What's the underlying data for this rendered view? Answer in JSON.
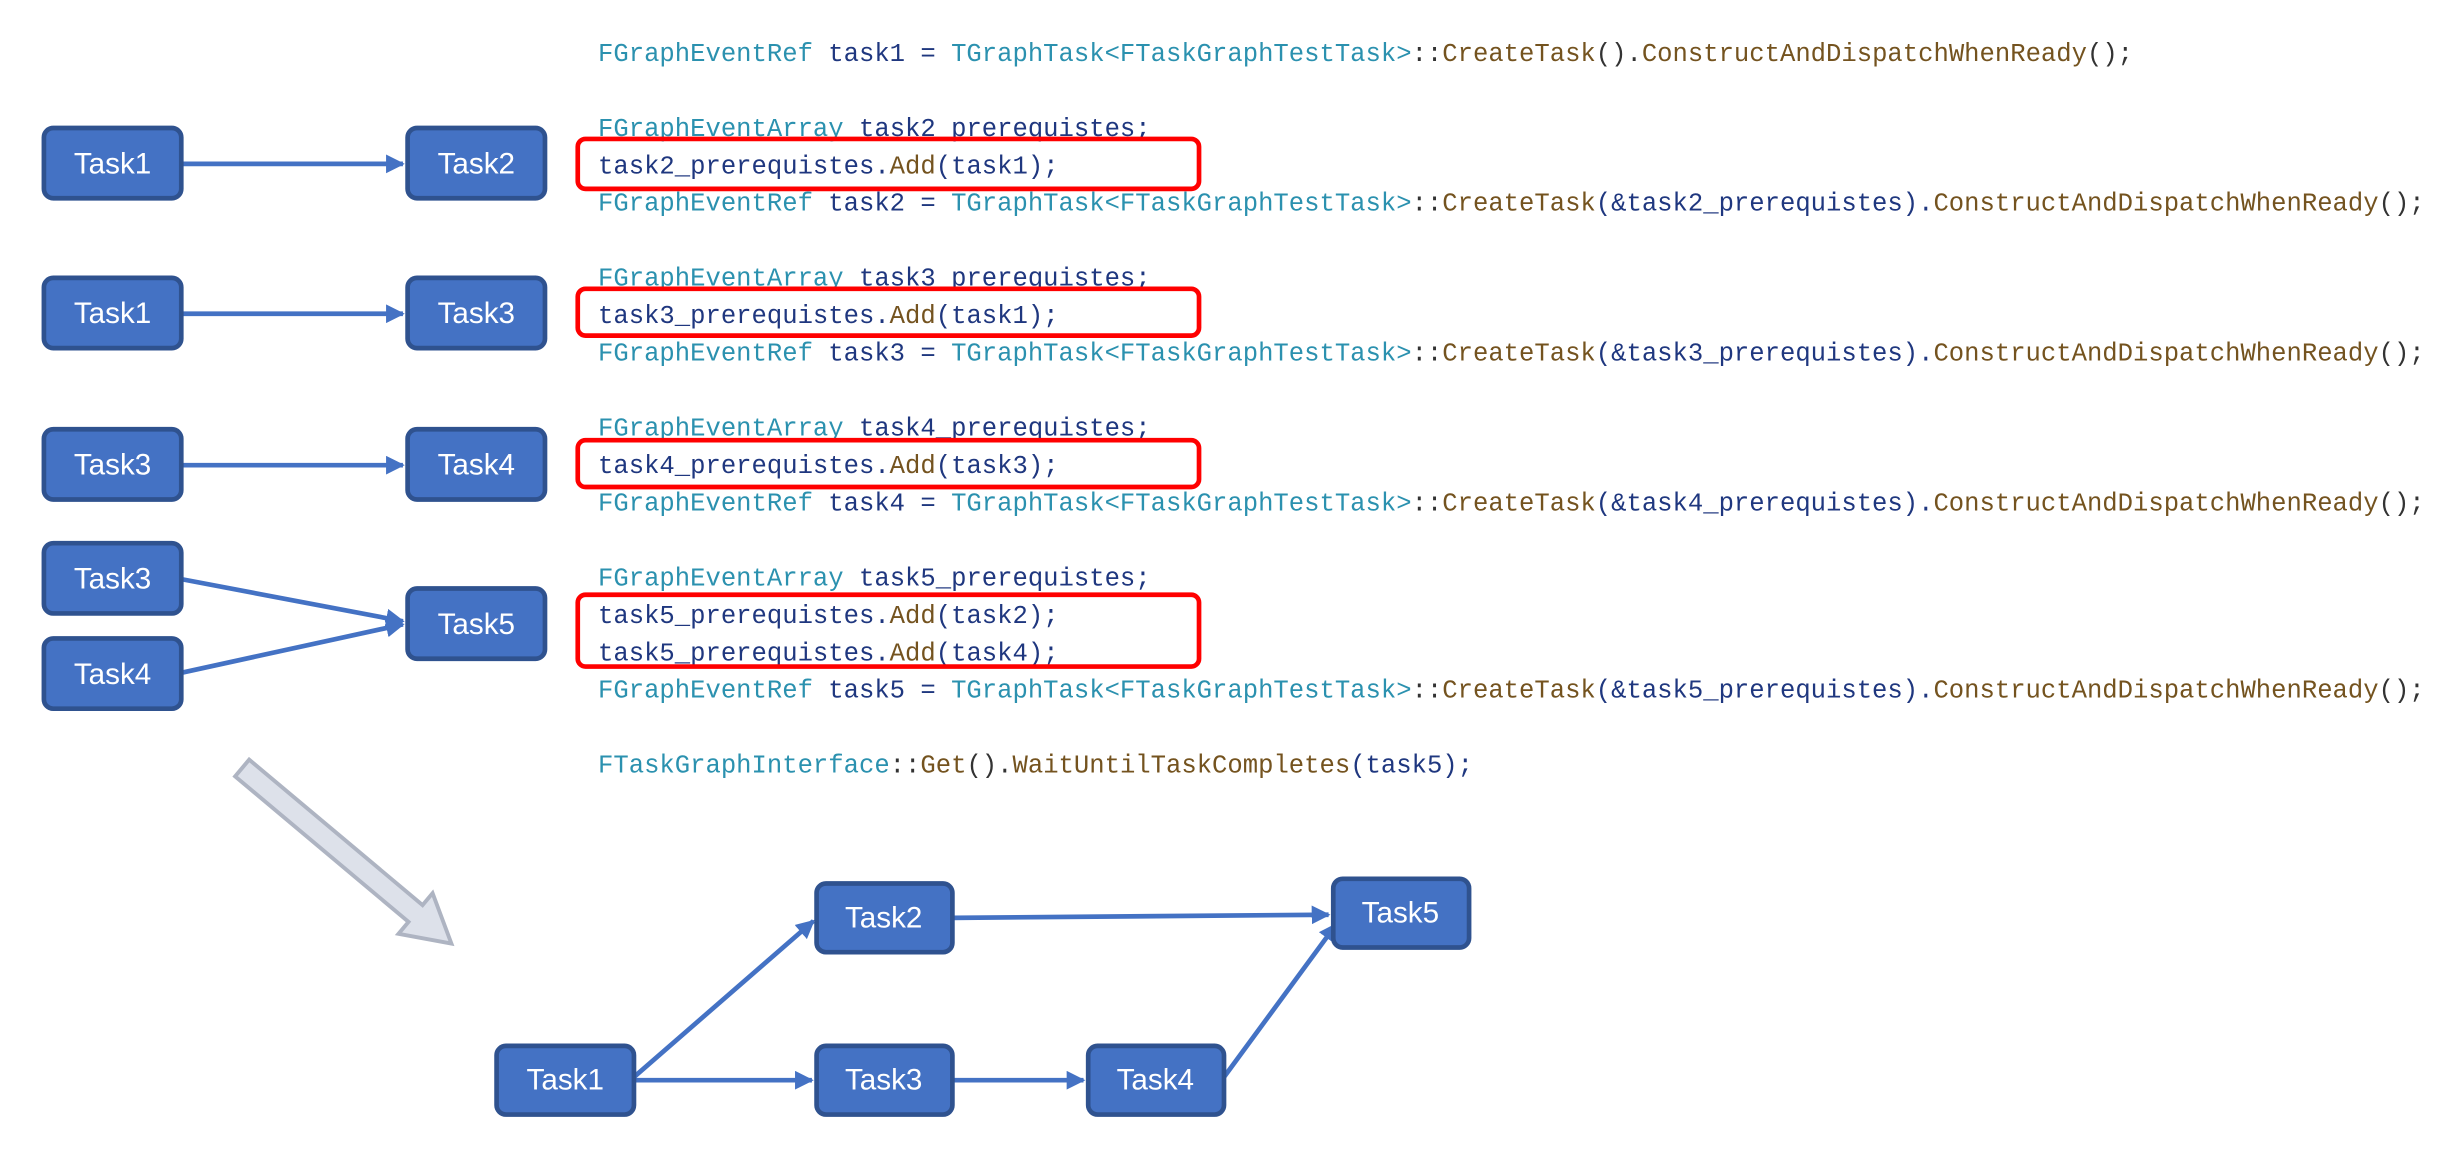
{
  "colors": {
    "node_fill": "#4472c4",
    "node_border": "#2f528f",
    "highlight": "#ff0000",
    "type": "#2b91af",
    "identifier": "#1f377f",
    "method": "#74531f"
  },
  "pairs": [
    {
      "from": "Task1",
      "to": "Task2"
    },
    {
      "from": "Task1",
      "to": "Task3"
    },
    {
      "from": "Task3",
      "to": "Task4"
    },
    {
      "from_a": "Task3",
      "from_b": "Task4",
      "to": "Task5"
    }
  ],
  "graph": {
    "task1": "Task1",
    "task2": "Task2",
    "task3": "Task3",
    "task4": "Task4",
    "task5": "Task5"
  },
  "code": [
    [
      [
        "FGraphEventRef ",
        "t"
      ],
      [
        "task1 = ",
        "v"
      ],
      [
        "TGraphTask<FTaskGraphTestTask>",
        "t"
      ],
      [
        "::",
        "p"
      ],
      [
        "CreateTask",
        "m"
      ],
      [
        "().",
        "p"
      ],
      [
        "ConstructAndDispatchWhenReady",
        "m"
      ],
      [
        "();",
        "p"
      ]
    ],
    [
      [
        "FGraphEventArray ",
        "t"
      ],
      [
        "task2_prerequistes;",
        "v"
      ]
    ],
    [
      [
        "task2_prerequistes.",
        "v"
      ],
      [
        "Add",
        "m"
      ],
      [
        "(task1);",
        "v"
      ]
    ],
    [
      [
        "FGraphEventRef ",
        "t"
      ],
      [
        "task2 = ",
        "v"
      ],
      [
        "TGraphTask<FTaskGraphTestTask>",
        "t"
      ],
      [
        "::",
        "p"
      ],
      [
        "CreateTask",
        "m"
      ],
      [
        "(&task2_prerequistes).",
        "v"
      ],
      [
        "ConstructAndDispatchWhenReady",
        "m"
      ],
      [
        "();",
        "p"
      ]
    ],
    [
      [
        "FGraphEventArray ",
        "t"
      ],
      [
        "task3_prerequistes;",
        "v"
      ]
    ],
    [
      [
        "task3_prerequistes.",
        "v"
      ],
      [
        "Add",
        "m"
      ],
      [
        "(task1);",
        "v"
      ]
    ],
    [
      [
        "FGraphEventRef ",
        "t"
      ],
      [
        "task3 = ",
        "v"
      ],
      [
        "TGraphTask<FTaskGraphTestTask>",
        "t"
      ],
      [
        "::",
        "p"
      ],
      [
        "CreateTask",
        "m"
      ],
      [
        "(&task3_prerequistes).",
        "v"
      ],
      [
        "ConstructAndDispatchWhenReady",
        "m"
      ],
      [
        "();",
        "p"
      ]
    ],
    [
      [
        "FGraphEventArray ",
        "t"
      ],
      [
        "task4_prerequistes;",
        "v"
      ]
    ],
    [
      [
        "task4_prerequistes.",
        "v"
      ],
      [
        "Add",
        "m"
      ],
      [
        "(task3);",
        "v"
      ]
    ],
    [
      [
        "FGraphEventRef ",
        "t"
      ],
      [
        "task4 = ",
        "v"
      ],
      [
        "TGraphTask<FTaskGraphTestTask>",
        "t"
      ],
      [
        "::",
        "p"
      ],
      [
        "CreateTask",
        "m"
      ],
      [
        "(&task4_prerequistes).",
        "v"
      ],
      [
        "ConstructAndDispatchWhenReady",
        "m"
      ],
      [
        "();",
        "p"
      ]
    ],
    [
      [
        "FGraphEventArray ",
        "t"
      ],
      [
        "task5_prerequistes;",
        "v"
      ]
    ],
    [
      [
        "task5_prerequistes.",
        "v"
      ],
      [
        "Add",
        "m"
      ],
      [
        "(task2);",
        "v"
      ]
    ],
    [
      [
        "task5_prerequistes.",
        "v"
      ],
      [
        "Add",
        "m"
      ],
      [
        "(task4);",
        "v"
      ]
    ],
    [
      [
        "FGraphEventRef ",
        "t"
      ],
      [
        "task5 = ",
        "v"
      ],
      [
        "TGraphTask<FTaskGraphTestTask>",
        "t"
      ],
      [
        "::",
        "p"
      ],
      [
        "CreateTask",
        "m"
      ],
      [
        "(&task5_prerequistes).",
        "v"
      ],
      [
        "ConstructAndDispatchWhenReady",
        "m"
      ],
      [
        "();",
        "p"
      ]
    ],
    [
      [
        "FTaskGraphInterface",
        "t"
      ],
      [
        "::",
        "p"
      ],
      [
        "Get",
        "m"
      ],
      [
        "().",
        "p"
      ],
      [
        "WaitUntilTaskCompletes",
        "m"
      ],
      [
        "(task5);",
        "v"
      ]
    ]
  ]
}
